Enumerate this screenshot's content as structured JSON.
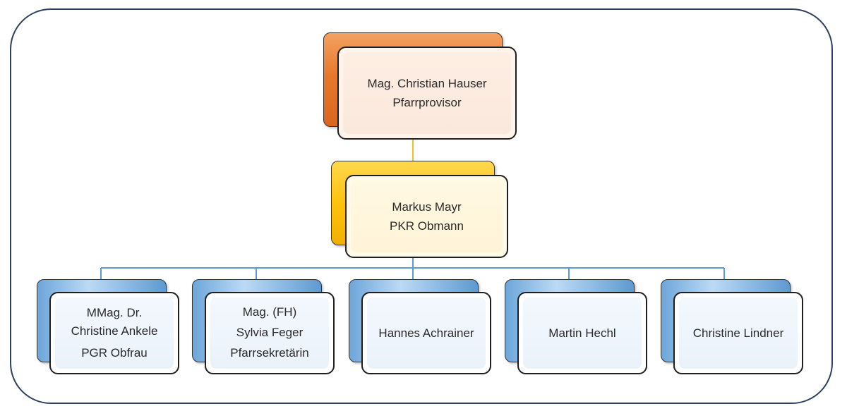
{
  "nodes": {
    "top": {
      "name": "Mag. Christian Hauser",
      "role": "Pfarrprovisor"
    },
    "middle": {
      "name": "Markus Mayr",
      "role": "PKR Obmann"
    },
    "children": [
      {
        "line1": "MMag. Dr.",
        "line2": "Christine Ankele",
        "line3": "PGR Obfrau"
      },
      {
        "line1": "Mag. (FH)",
        "line2": "Sylvia Feger",
        "line3": "Pfarrsekretärin"
      },
      {
        "line1": "Hannes Achrainer"
      },
      {
        "line1": "Martin Hechl"
      },
      {
        "line1": "Christine Lindner"
      }
    ]
  },
  "colors": {
    "top": "#e8792c",
    "middle": "#ffc20e",
    "children": "#6da6da",
    "connector_top": "#f0c020",
    "connector_tree": "#5b9bd5"
  }
}
